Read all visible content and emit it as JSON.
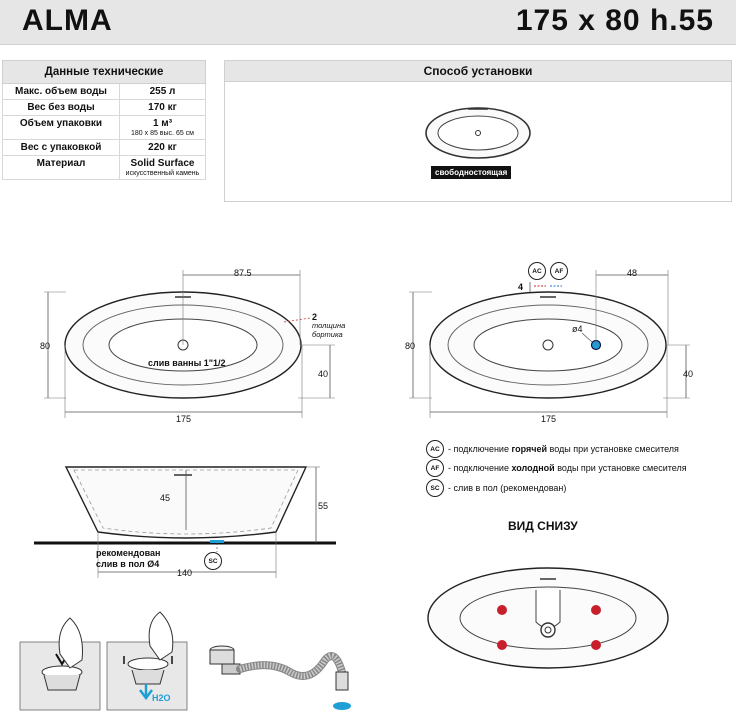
{
  "header": {
    "model": "ALMA",
    "dimensions": "175 x 80 h.55"
  },
  "specs": {
    "title": "Данные технические",
    "rows": [
      {
        "key": "Макс. объем воды",
        "value": "255 л",
        "sub": ""
      },
      {
        "key": "Вес без воды",
        "value": "170 кг",
        "sub": ""
      },
      {
        "key": "Объем упаковки",
        "value": "1 м³",
        "sub": "180 x 85 выс. 65 см"
      },
      {
        "key": "Вес с упаковкой",
        "value": "220 кг",
        "sub": ""
      },
      {
        "key": "Материал",
        "value": "Solid Surface",
        "sub": "искусственный камень"
      }
    ]
  },
  "install": {
    "title": "Способ установки",
    "type_label": "свободностоящая"
  },
  "top_view_left": {
    "dim_offset": "87.5",
    "dim_height": "80",
    "dim_half": "40",
    "dim_length": "175",
    "drain_label": "слив ванны 1\"1/2",
    "wall_dim": "2",
    "wall_note_1": "толщина",
    "wall_note_2": "бортика"
  },
  "top_view_right": {
    "dim_offset": "48",
    "dim_height": "80",
    "dim_half": "40",
    "dim_length": "175",
    "dim_small": "4",
    "hole_label": "ø4",
    "badge_hot": "AC",
    "badge_cold": "AF"
  },
  "side_view": {
    "dim_inner": "45",
    "dim_total": "55",
    "dim_base": "140",
    "floor_note_1": "рекомендован",
    "floor_note_2": "слив в пол Ø4",
    "badge_floor": "SC"
  },
  "legend": [
    {
      "icon": "AC",
      "pre": "- подключение ",
      "bold": "горячей",
      "post": " воды при установке смесителя"
    },
    {
      "icon": "AF",
      "pre": "- подключение ",
      "bold": "холодной",
      "post": " воды при установке смесителя"
    },
    {
      "icon": "SC",
      "pre": "- слив в пол (рекомендован)",
      "bold": "",
      "post": ""
    }
  ],
  "bottom_view": {
    "title": "ВИД СНИЗУ"
  },
  "drain_panel": {
    "water_label": "H2O"
  },
  "colors": {
    "accent_blue": "#1f9fd6",
    "foot_red": "#c8202a",
    "hot": "#d0202a",
    "cold": "#1f6fd6"
  }
}
